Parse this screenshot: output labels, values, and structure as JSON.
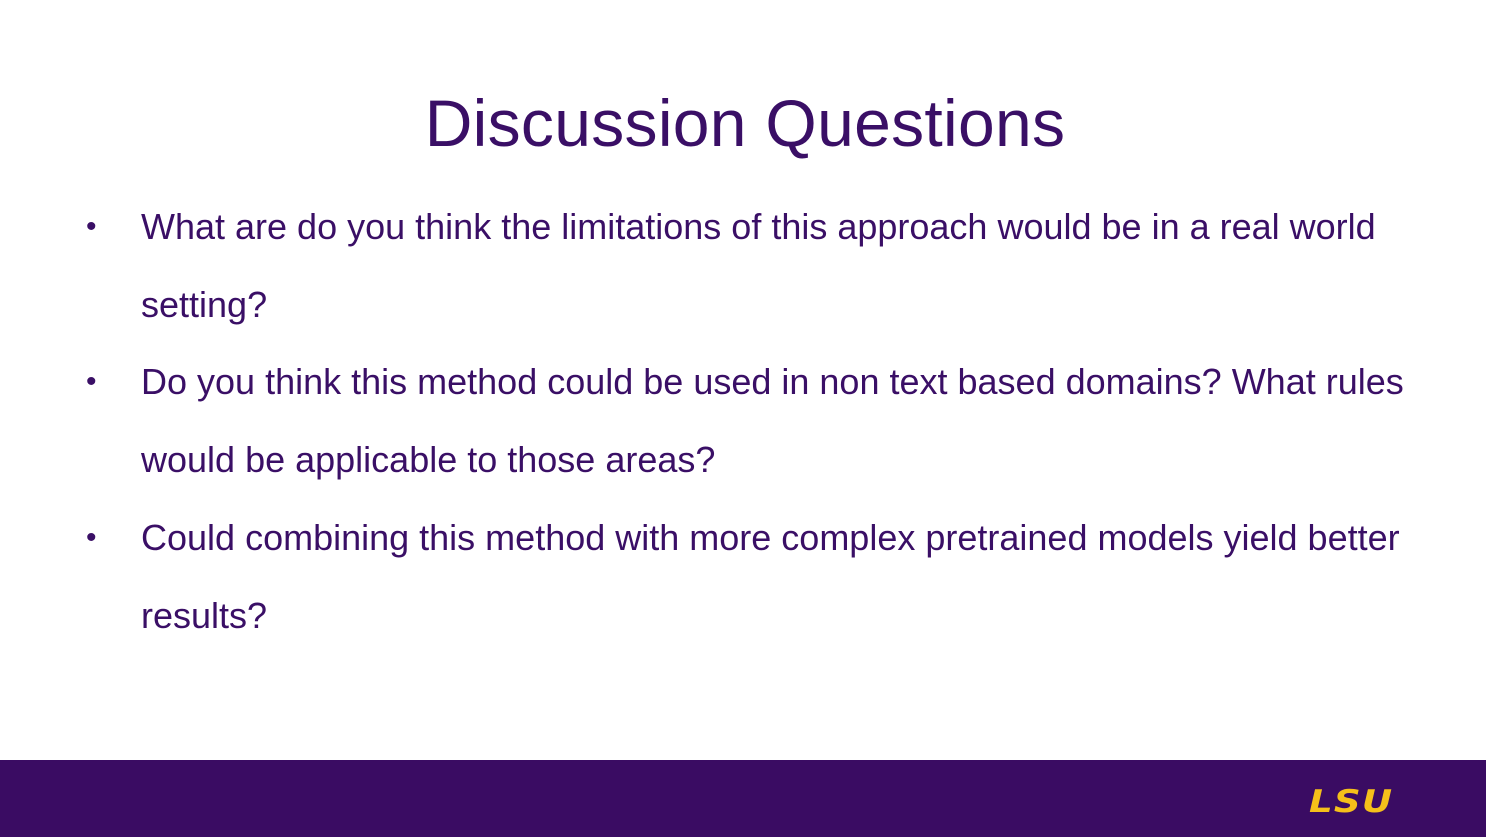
{
  "slide": {
    "title": "Discussion Questions",
    "bullets": [
      {
        "marker": "•",
        "text": "What are do you think the limitations of this approach would be in a real world setting?"
      },
      {
        "marker": "•",
        "text": "Do you think this method could be used in non text based domains? What rules would be applicable to those areas?"
      },
      {
        "marker": "•",
        "text": "Could combining this method with more complex pretrained models yield better results?"
      }
    ]
  },
  "footer": {
    "logo_text": "LSU"
  },
  "colors": {
    "text": "#3a0f66",
    "footer_bg": "#3a0c63",
    "logo_gold": "#f5c01a",
    "background": "#ffffff"
  }
}
